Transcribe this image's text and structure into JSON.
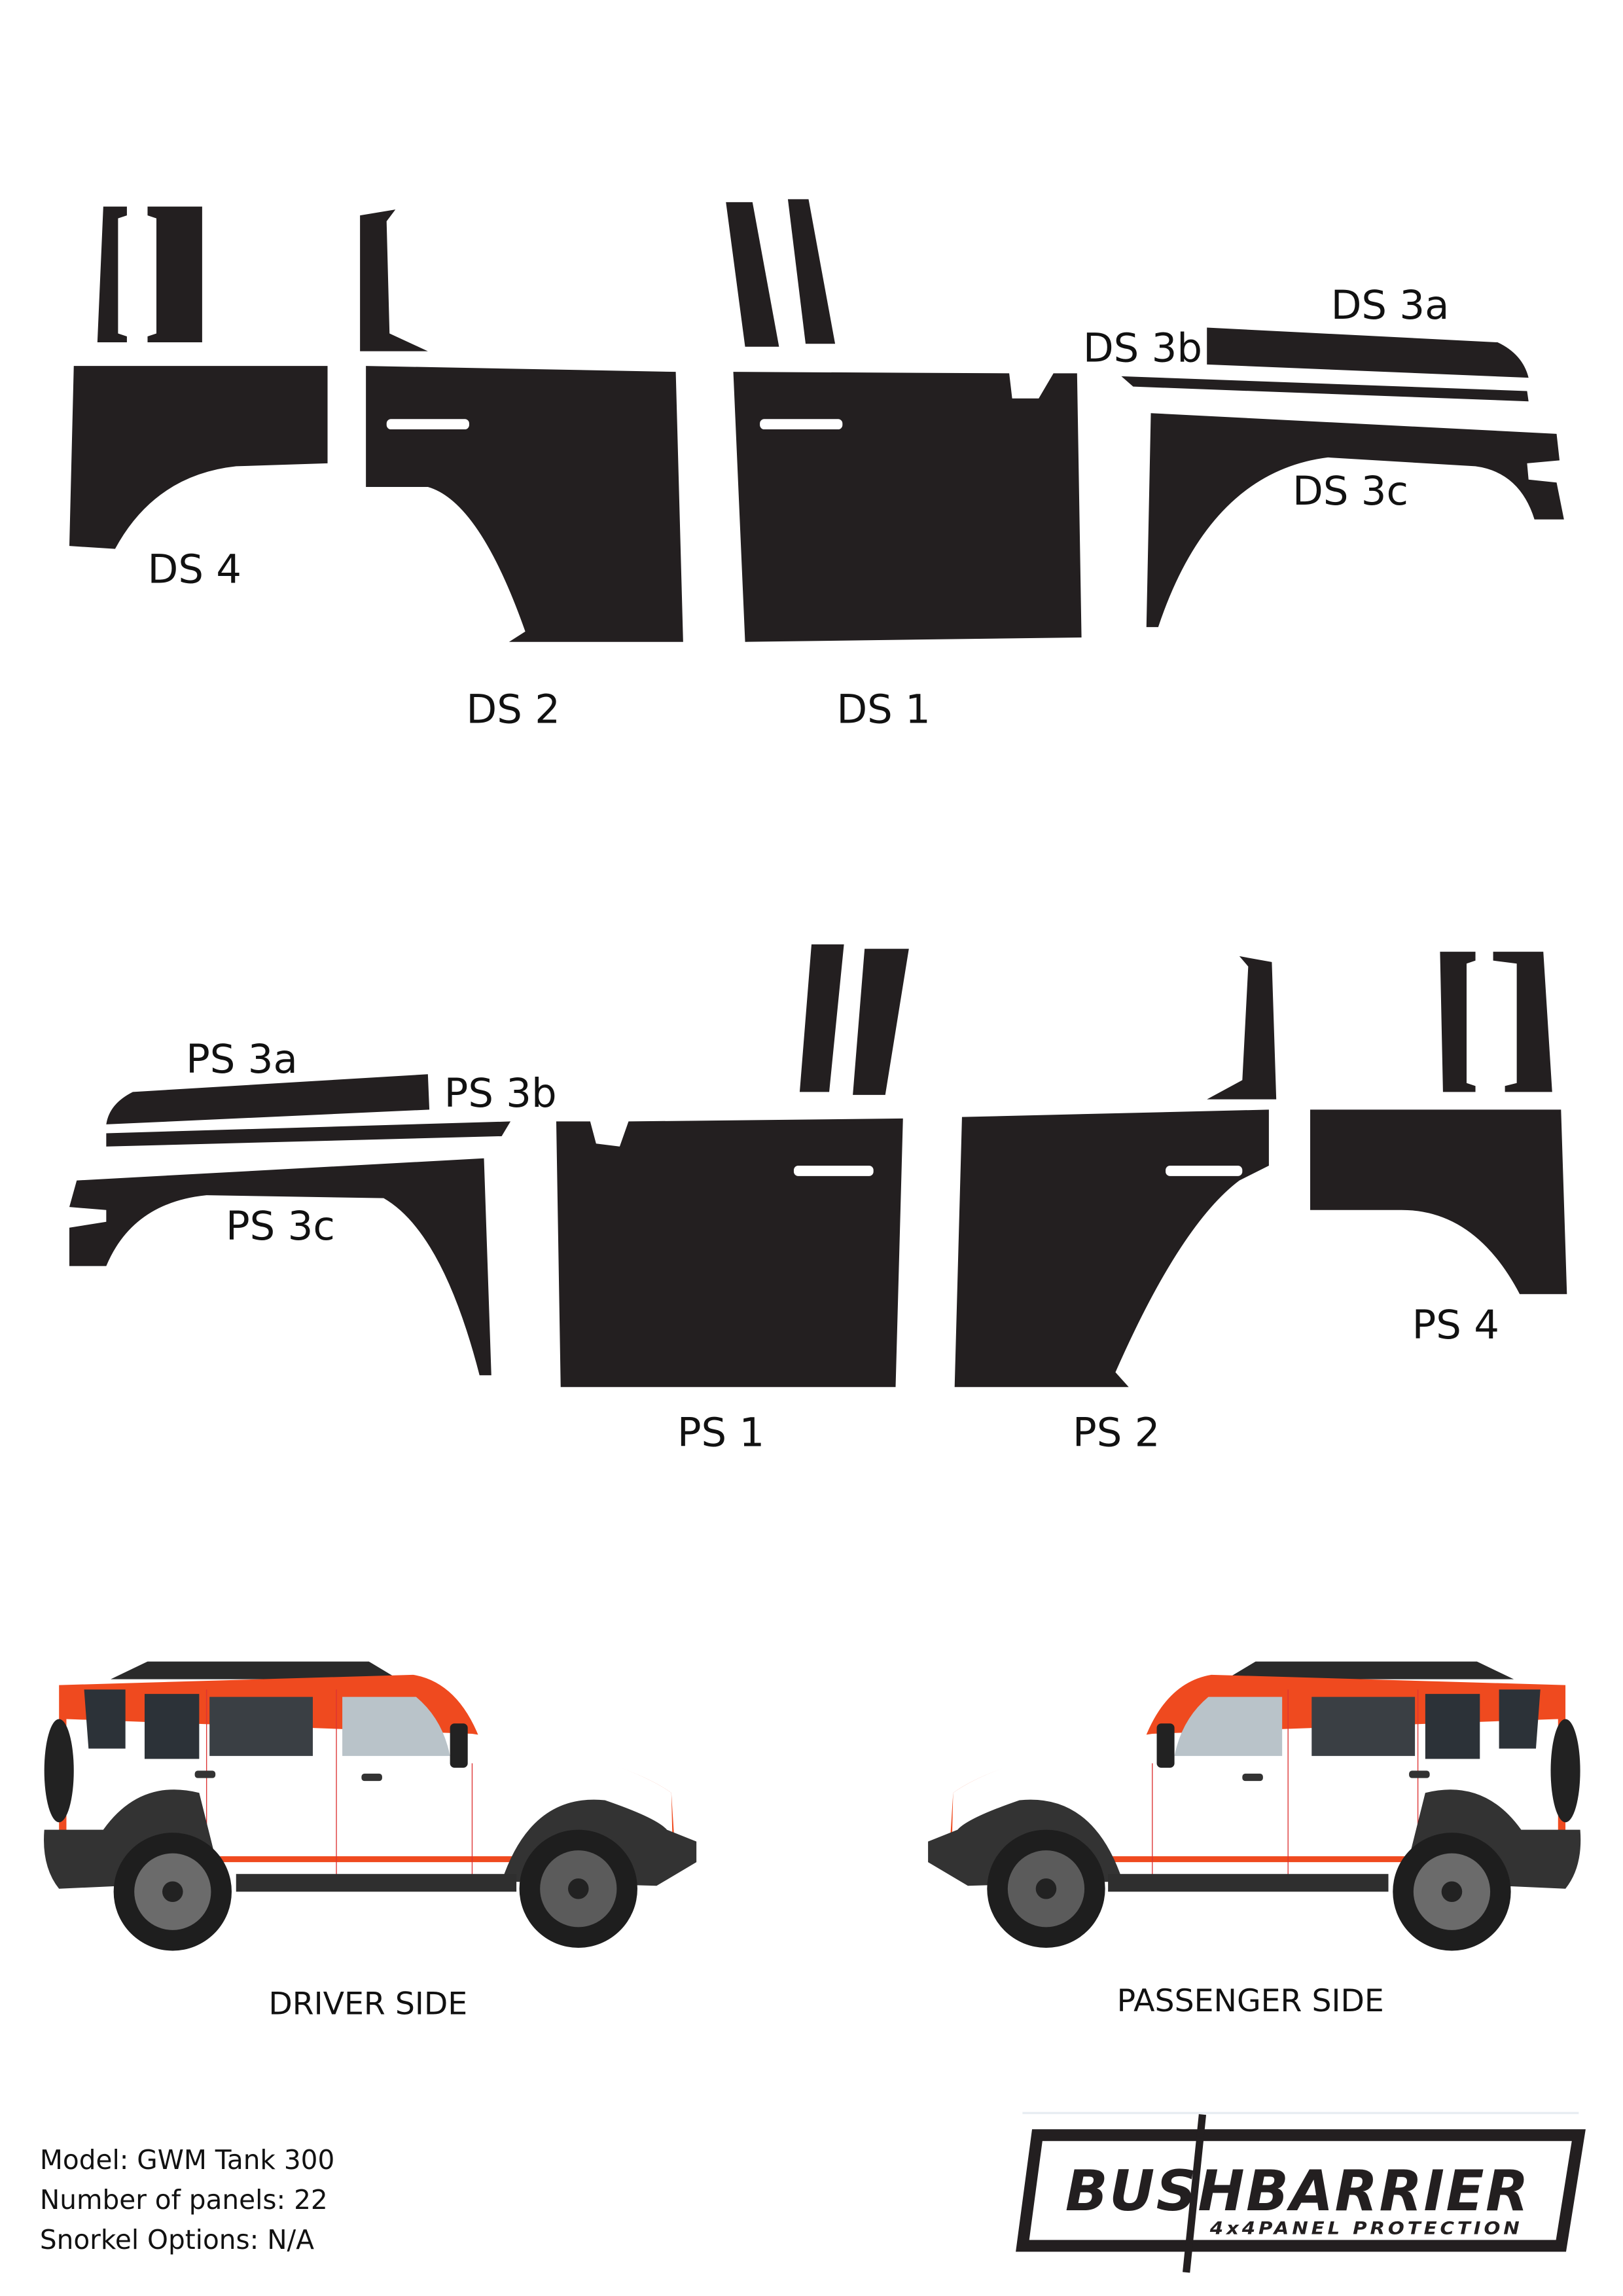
{
  "driver_panels": {
    "ds4": "DS 4",
    "ds2": "DS 2",
    "ds1": "DS 1",
    "ds3a": "DS 3a",
    "ds3b": "DS 3b",
    "ds3c": "DS 3c"
  },
  "passenger_panels": {
    "ps3a": "PS 3a",
    "ps3b": "PS 3b",
    "ps3c": "PS 3c",
    "ps1": "PS 1",
    "ps2": "PS 2",
    "ps4": "PS 4"
  },
  "vehicles": {
    "driver_caption": "DRIVER SIDE",
    "passenger_caption": "PASSENGER SIDE"
  },
  "info": {
    "model": "Model: GWM Tank 300",
    "panels": "Number of panels: 22",
    "snorkel": "Snorkel Options: N/A"
  },
  "logo": {
    "brand": "BUSHBARRIER",
    "tagline": "4x4PANEL PROTECTION"
  },
  "colors": {
    "panel": "#231f20",
    "car_body": "#ef4a1f",
    "wrap": "#ffffff"
  }
}
